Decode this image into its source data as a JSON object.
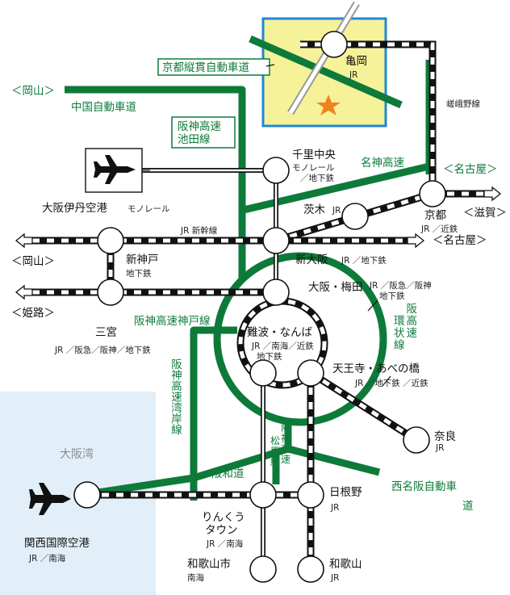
{
  "colors": {
    "road": "#0e7a3a",
    "rail": "#111111",
    "bay": "#e2eff8",
    "kameoka_area": "#f6f29a",
    "kameoka_border": "#1e88d6",
    "star": "#f0821e"
  },
  "areas": {
    "bay_label": "大阪湾"
  },
  "stations": {
    "kameoka": {
      "name": "亀岡",
      "sub": "JR"
    },
    "senri_chuo": {
      "name": "千里中央",
      "sub1": "モノレール",
      "sub2": "／地下鉄"
    },
    "osaka_itami": {
      "name": "大阪伊丹空港",
      "sub": "モノレール"
    },
    "ibaraki": {
      "name": "茨木",
      "sub": "JR"
    },
    "kyoto": {
      "name": "京都",
      "sub": "JR ／近鉄"
    },
    "shin_kobe": {
      "name": "新神戸",
      "sub": "地下鉄"
    },
    "shin_osaka": {
      "name": "新大阪",
      "sub": "JR ／地下鉄"
    },
    "osaka_umeda": {
      "name": "大阪・梅田",
      "sub1": "JR ／阪急／阪神",
      "sub2": "地下鉄"
    },
    "sannomiya": {
      "name": "三宮",
      "sub": "JR ／阪急／阪神／地下鉄"
    },
    "namba": {
      "name": "難波・なんば",
      "sub1": "JR ／南海／近鉄",
      "sub2": "地下鉄"
    },
    "tennoji": {
      "name": "天王寺・あべの橋",
      "sub": "JR ／地下鉄 ／近鉄"
    },
    "nara": {
      "name": "奈良",
      "sub": "JR"
    },
    "kix": {
      "name": "関西国際空港",
      "sub": "JR ／南海"
    },
    "hineno": {
      "name": "日根野",
      "sub": "JR"
    },
    "rinku": {
      "name1": "りんくう",
      "name2": "タウン",
      "sub": "JR ／南海"
    },
    "wakayamashi": {
      "name": "和歌山市",
      "sub": "南海"
    },
    "wakayama": {
      "name": "和歌山",
      "sub": "JR"
    }
  },
  "lines": {
    "shinkansen": "JR 新幹線",
    "sagano": "嵯峨野線"
  },
  "roads": {
    "kyoto_jukan": "京都縦貫自動車道",
    "chugoku": "中国自動車道",
    "hanshin_ikeda": [
      "阪神高速",
      "池田線"
    ],
    "meishin": "名神高速",
    "kanjo": [
      "阪",
      "環",
      "状",
      "線",
      "高",
      "速"
    ],
    "kobe": "阪神高速神戸線",
    "wangan": "阪神高速湾岸線",
    "hanwa": "阪和道",
    "matsubara": [
      "阪",
      "神",
      "高",
      "速"
    ],
    "matsubara2": [
      "松",
      "原",
      "線"
    ],
    "nishimeihan": "西名阪自動車",
    "nishimeihan2": "道"
  },
  "directions": {
    "okayama_road": "＜岡山＞",
    "nagoya_road": "＜名古屋＞",
    "shiga": "＜滋賀＞",
    "nagoya_rail": "＜名古屋＞",
    "okayama_rail": "＜岡山＞",
    "himeji": "＜姫路＞"
  }
}
